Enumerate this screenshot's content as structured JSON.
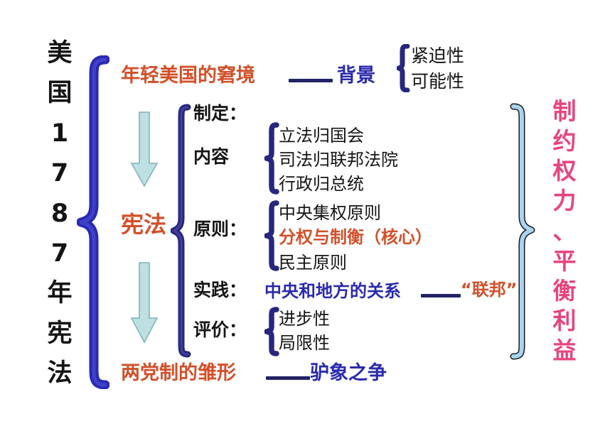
{
  "diagram": {
    "title_vertical": "美国1787年宪法",
    "title_chars": [
      "美",
      "国",
      "1",
      "7",
      "8",
      "7",
      "年",
      "宪",
      "法"
    ],
    "right_summary": "制约权力、平衡利益",
    "right_chars": [
      "制",
      "约",
      "权",
      "力",
      "、",
      "平",
      "衡",
      "利",
      "益"
    ],
    "center_node": "宪法",
    "colors": {
      "orange": "#D2502A",
      "blue": "#2A2AAE",
      "pink": "#E8447F",
      "navy_brace": "#27277F",
      "main_brace": "#2A2AB5",
      "light_brace": "#A8D4F0",
      "arrow_fill": "#BFE0E2"
    },
    "rows": {
      "background": {
        "cause": "年轻美国的窘境",
        "connector": "——",
        "label": "背景",
        "items": [
          "紧迫性",
          "可能性"
        ]
      },
      "enactment": {
        "label": "制定："
      },
      "content": {
        "label": "内容",
        "items": [
          "立法归国会",
          "司法归联邦法院",
          "行政归总统"
        ]
      },
      "principles": {
        "label": "原则：",
        "items": [
          {
            "text": "中央集权原则",
            "color": "black"
          },
          {
            "text": "分权与制衡（核心）",
            "color": "orange"
          },
          {
            "text": "民主原则",
            "color": "black"
          }
        ]
      },
      "practice": {
        "label": "实践：",
        "text": "中央和地方的关系",
        "connector": "——",
        "highlight": "“联邦”"
      },
      "evaluation": {
        "label": "评价：",
        "items": [
          "进步性",
          "局限性"
        ]
      },
      "parties": {
        "left": "两党制的雏形",
        "connector": "——",
        "right": "驴象之争"
      }
    }
  }
}
